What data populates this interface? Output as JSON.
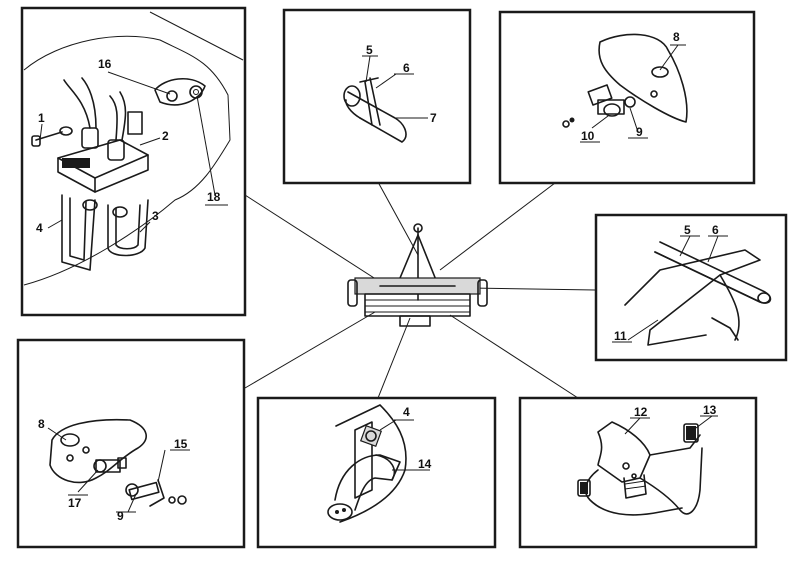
{
  "callouts": {
    "p1": [
      "1",
      "2",
      "3",
      "4",
      "16",
      "18"
    ],
    "p2": [
      "5",
      "6",
      "7"
    ],
    "p3": [
      "8",
      "9",
      "10"
    ],
    "p4": [
      "5",
      "6",
      "11"
    ],
    "p5": [
      "8",
      "9",
      "15",
      "17"
    ],
    "p6": [
      "4",
      "14"
    ],
    "p7": [
      "12",
      "13"
    ]
  }
}
